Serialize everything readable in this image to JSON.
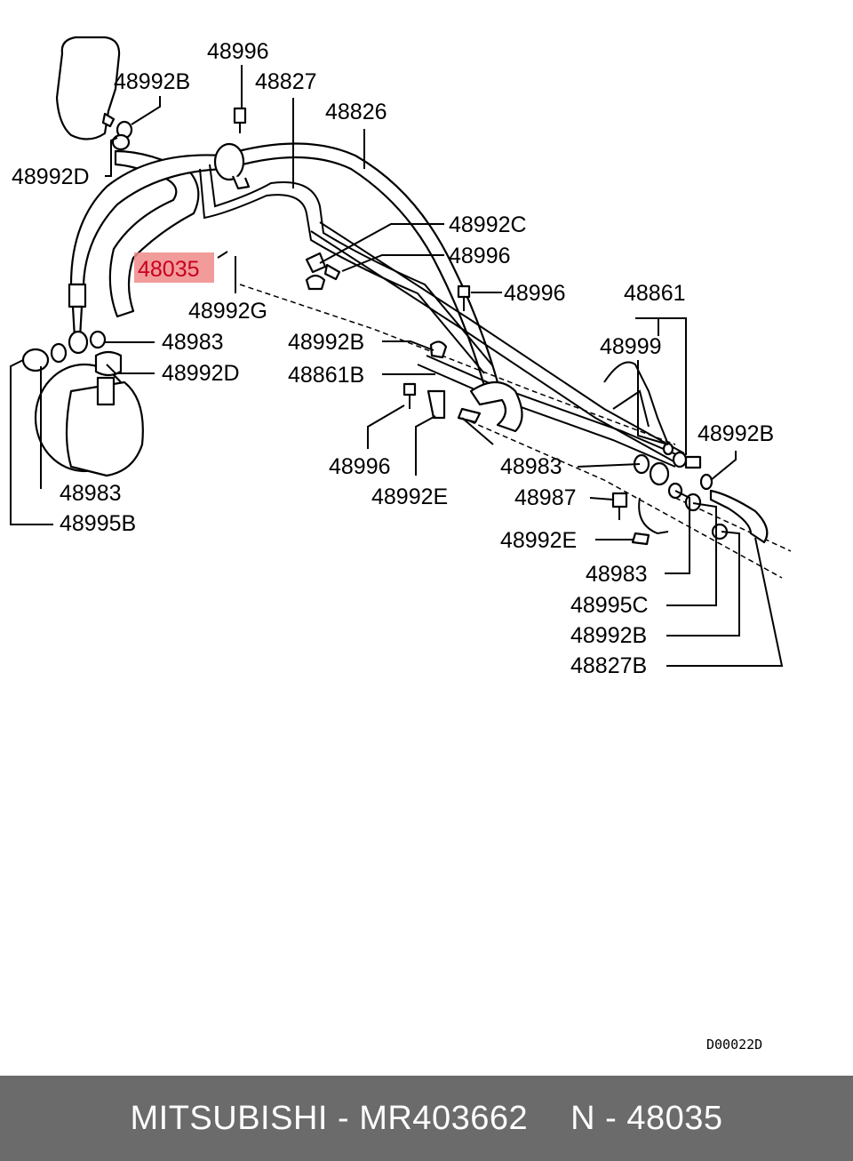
{
  "diagram": {
    "highlight_color": "#f08a8a",
    "highlight_text_color": "#c8001e",
    "callouts": [
      {
        "id": "c1",
        "text": "48996"
      },
      {
        "id": "c2",
        "text": "48992B"
      },
      {
        "id": "c3",
        "text": "48827"
      },
      {
        "id": "c4",
        "text": "48826"
      },
      {
        "id": "c5",
        "text": "48992D"
      },
      {
        "id": "c6",
        "text": "48992C"
      },
      {
        "id": "c7",
        "text": "48996"
      },
      {
        "id": "c8",
        "text": "48035",
        "highlighted": true
      },
      {
        "id": "c9",
        "text": "48996"
      },
      {
        "id": "c10",
        "text": "48861"
      },
      {
        "id": "c11",
        "text": "48992G"
      },
      {
        "id": "c12",
        "text": "48983"
      },
      {
        "id": "c13",
        "text": "48992B"
      },
      {
        "id": "c14",
        "text": "48999"
      },
      {
        "id": "c15",
        "text": "48992D"
      },
      {
        "id": "c16",
        "text": "48861B"
      },
      {
        "id": "c17",
        "text": "48992B"
      },
      {
        "id": "c18",
        "text": "48996"
      },
      {
        "id": "c19",
        "text": "48983"
      },
      {
        "id": "c20",
        "text": "48983"
      },
      {
        "id": "c21",
        "text": "48992E"
      },
      {
        "id": "c22",
        "text": "48987"
      },
      {
        "id": "c23",
        "text": "48995B"
      },
      {
        "id": "c24",
        "text": "48992E"
      },
      {
        "id": "c25",
        "text": "48983"
      },
      {
        "id": "c26",
        "text": "48995C"
      },
      {
        "id": "c27",
        "text": "48992B"
      },
      {
        "id": "c28",
        "text": "48827B"
      }
    ],
    "drawing_code": "D00022D"
  },
  "footer": {
    "brand_part": "MITSUBISHI - MR403662",
    "ref": "N - 48035"
  }
}
